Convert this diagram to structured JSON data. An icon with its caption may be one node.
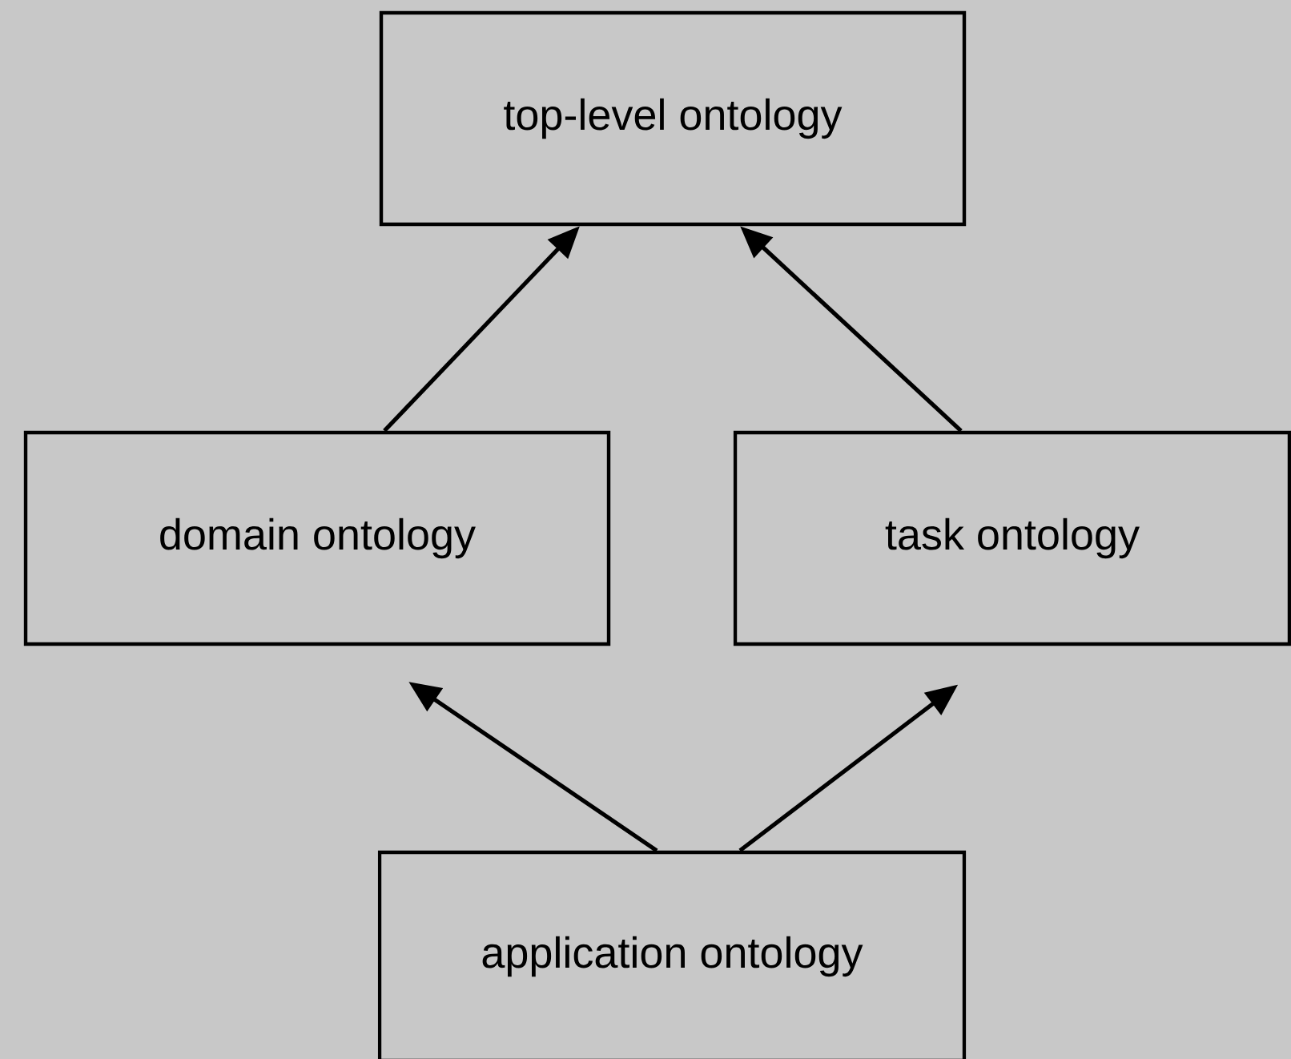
{
  "diagram": {
    "nodes": [
      {
        "text": [
          "top-level ontology"
        ]
      },
      {
        "text": [
          "domain ontology"
        ]
      },
      {
        "text": [
          "task ontology"
        ]
      },
      {
        "text": [
          "application ontology"
        ]
      }
    ],
    "edges": [
      {
        "from": 1,
        "to": 0,
        "arrow": "to"
      },
      {
        "from": 2,
        "to": 0,
        "arrow": "to"
      },
      {
        "from": 3,
        "to": 1,
        "arrow": "to"
      },
      {
        "from": 3,
        "to": 2,
        "arrow": "to"
      }
    ]
  }
}
